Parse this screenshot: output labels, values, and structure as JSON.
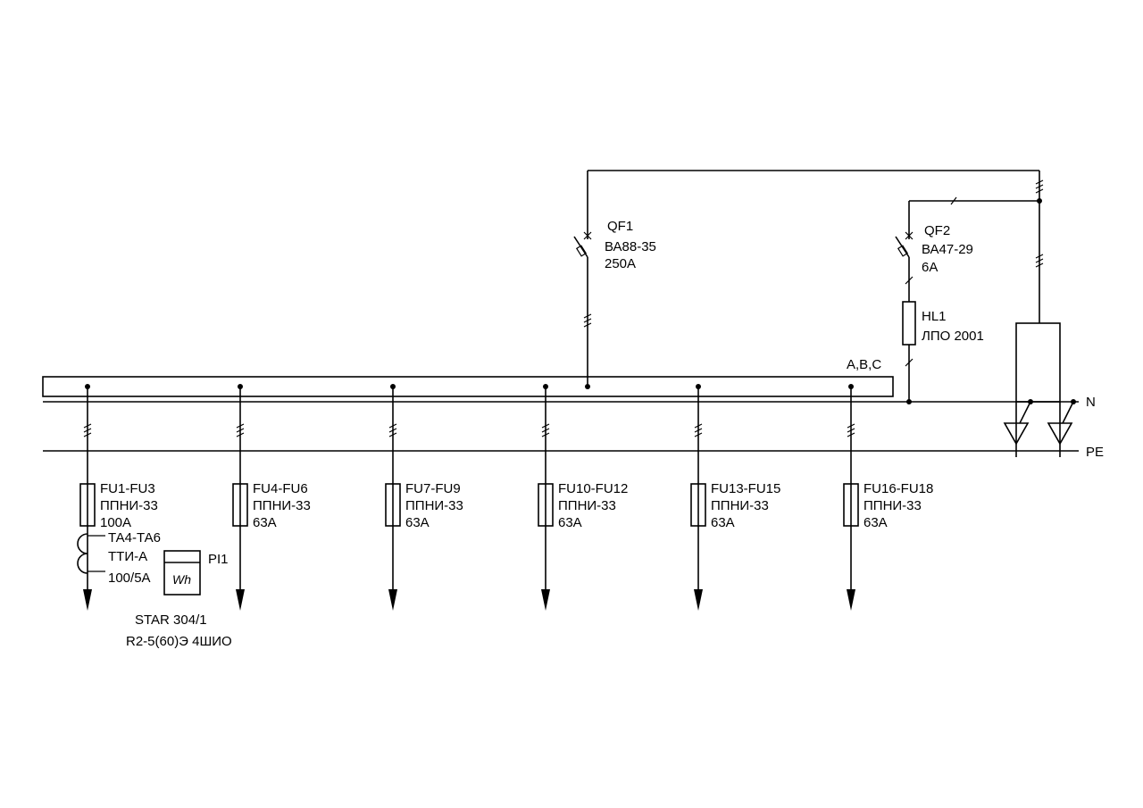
{
  "bus": {
    "label": "A,B,C",
    "n_label": "N",
    "pe_label": "PE"
  },
  "breakers": [
    {
      "id": "QF1",
      "model": "ВА88-35",
      "rating": "250А"
    },
    {
      "id": "QF2",
      "model": "ВА47-29",
      "rating": "6А"
    }
  ],
  "lamp": {
    "id": "HL1",
    "model": "ЛПО 2001"
  },
  "feeders": [
    {
      "fuses": "FU1-FU3",
      "model": "ППНИ-33",
      "rating": "100А"
    },
    {
      "fuses": "FU4-FU6",
      "model": "ППНИ-33",
      "rating": "63А"
    },
    {
      "fuses": "FU7-FU9",
      "model": "ППНИ-33",
      "rating": "63А"
    },
    {
      "fuses": "FU10-FU12",
      "model": "ППНИ-33",
      "rating": "63А"
    },
    {
      "fuses": "FU13-FU15",
      "model": "ППНИ-33",
      "rating": "63А"
    },
    {
      "fuses": "FU16-FU18",
      "model": "ППНИ-33",
      "rating": "63А"
    }
  ],
  "current_transformer": {
    "id": "ТА4-ТА6",
    "model": "ТТИ-А",
    "ratio": "100/5А"
  },
  "meter": {
    "id": "PI1",
    "symbol": "Wh",
    "model": "STAR 304/1",
    "spec": "R2-5(60)Э 4ШИО"
  }
}
